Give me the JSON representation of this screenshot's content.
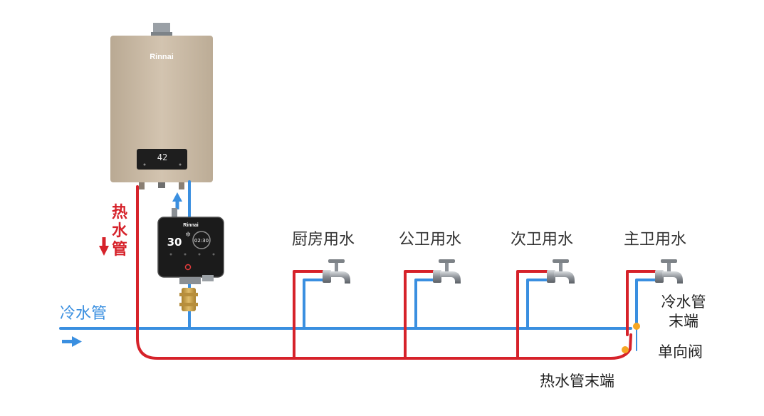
{
  "heater": {
    "brand": "Rinnai",
    "display_temp": "42"
  },
  "pump": {
    "brand": "Rinnai",
    "display_temp": "30",
    "display_time": "02:30"
  },
  "labels": {
    "hot_pipe": [
      "热",
      "水",
      "管"
    ],
    "cold_pipe": "冷水管",
    "faucets": [
      "厨房用水",
      "公卫用水",
      "次卫用水",
      "主卫用水"
    ],
    "cold_pipe_end": [
      "冷水管",
      "末端"
    ],
    "check_valve": "单向阀",
    "hot_pipe_end": "热水管末端"
  },
  "colors": {
    "hot": "#d6222a",
    "cold": "#3a8fe0",
    "valve": "#f5a623",
    "heater_body": "#c9b9a4",
    "pump_body": "#1b1b1b"
  }
}
